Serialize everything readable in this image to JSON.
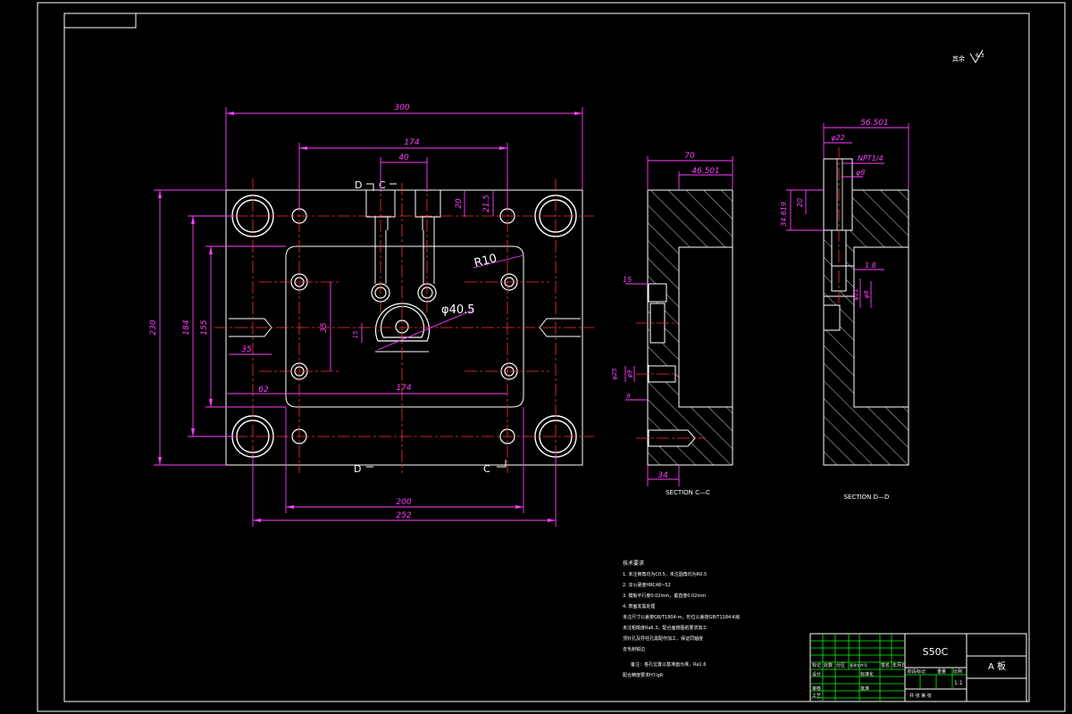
{
  "colors": {
    "background": "#000000",
    "line": "#ffffff",
    "dimension": "#ff40ff",
    "centerline": "#ff3333",
    "cyan": "#00ffff",
    "yellow": "#ffff00",
    "titleblock": "#00ff00",
    "hatch": "#ffffff"
  },
  "roughness": {
    "symbol": "6.3",
    "prefix": "其余"
  },
  "plan_view": {
    "dims": {
      "overall_width": "300",
      "width_174a": "174",
      "width_40": "40",
      "overall_height": "230",
      "height_184": "184",
      "height_155": "155",
      "height_35": "35",
      "width_35": "35",
      "width_62": "62",
      "width_174b": "174",
      "width_200": "200",
      "width_252": "252",
      "height_20": "20",
      "height_215": "21.5",
      "radius": "R10",
      "dia": "φ40.5",
      "small_15": "15"
    },
    "section_marks": {
      "d_top": "D",
      "c_top": "C",
      "d_bottom": "D",
      "c_bottom": "C"
    }
  },
  "section_cc": {
    "title": "SECTION C—C",
    "dims": {
      "top_70": "70",
      "top_46": "46.501",
      "left_15": "15",
      "phi_25": "φ25",
      "phi_9": "φ9",
      "nine": "9",
      "bottom_34": "34"
    }
  },
  "section_dd": {
    "title": "SECTION D—D",
    "dims": {
      "top_56": "56.501",
      "phi_22": "φ22",
      "npt": "NPT1/4",
      "phi_8": "φ8",
      "left_34": "34.619",
      "left_20": "20",
      "r18": "1.8",
      "phi_11": "φ11",
      "phi_8b": "φ8"
    }
  },
  "notes": {
    "heading": "技术要求",
    "lines": [
      "1. 未注倒角均为C0.5，未注圆角均为R0.5",
      "2. 淬火硬度HRC48~52",
      "3. 模板平行度0.02mm，垂直度0.02mm",
      "4. 表面发黑处理",
      "未注尺寸公差按GB/T1804-m，形位公差按GB/T1184-K级",
      "未注粗糙度Ra6.3，配合面按图纸要求加工",
      "顶针孔及导柱孔需配作加工，保证同轴度",
      "去毛刺锐边",
      "备注：各孔位置以基准面为准，Ra1.6",
      "配合精度要求H7/g6"
    ]
  },
  "title_block": {
    "material": "S50C",
    "part_name": "A 板",
    "row_labels": [
      "标记",
      "处数",
      "分区",
      "更改文件号",
      "签名",
      "年月日"
    ],
    "designer": "设计",
    "standard": "标准化",
    "review": "审核",
    "process": "工艺",
    "approve": "批准",
    "stage": "阶段标记",
    "weight": "重量",
    "scale": "比例",
    "scale_value": "1:1",
    "sheet": "共 张 第 张"
  }
}
